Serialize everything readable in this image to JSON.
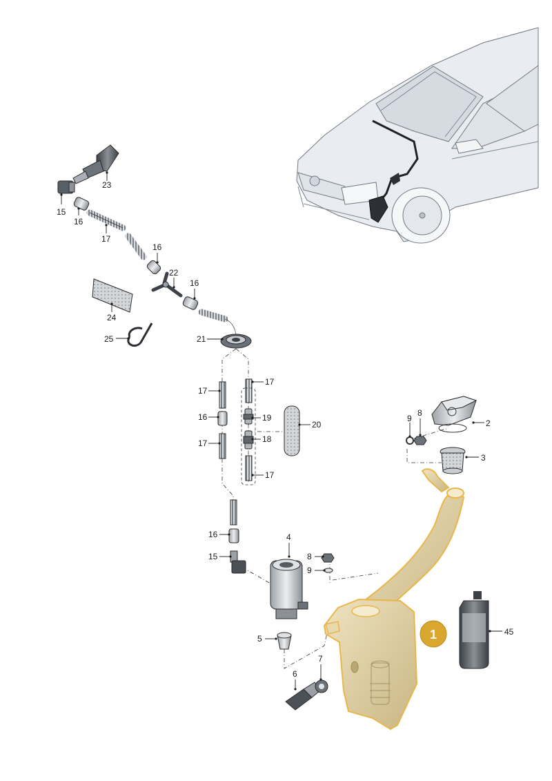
{
  "callouts": {
    "c1": "1",
    "c2": "2",
    "c3": "3",
    "c4": "4",
    "c5": "5",
    "c6": "6",
    "c7": "7",
    "c8a": "8",
    "c8b": "8",
    "c9a": "9",
    "c9b": "9",
    "c15a": "15",
    "c15b": "15",
    "c16a": "16",
    "c16b": "16",
    "c16c": "16",
    "c16d": "16",
    "c16e": "16",
    "c17a": "17",
    "c17b": "17",
    "c17c": "17",
    "c17d": "17",
    "c17e": "17",
    "c18": "18",
    "c19": "19",
    "c20": "20",
    "c21": "21",
    "c22": "22",
    "c23": "23",
    "c24": "24",
    "c25": "25",
    "c45": "45"
  },
  "colors": {
    "highlight": "#e8b64a",
    "highlight_fill": "#d8c79a",
    "callout_badge": "#d9a62e",
    "car_body": "#e9edf1",
    "parts_gray": "#c9ccd0",
    "dark_parts": "#4a4f55"
  }
}
